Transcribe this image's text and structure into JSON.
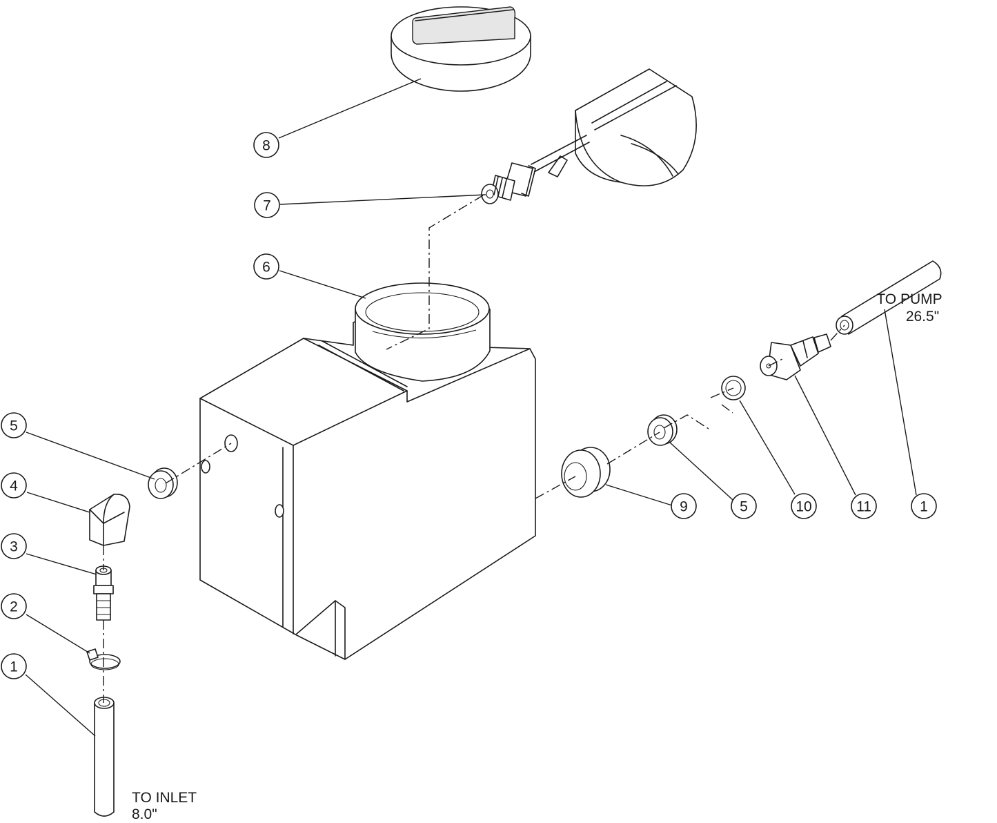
{
  "callouts": {
    "b1_left": "1",
    "b2": "2",
    "b3": "3",
    "b4": "4",
    "b5_left": "5",
    "b6": "6",
    "b7": "7",
    "b8": "8",
    "b9": "9",
    "b5_right": "5",
    "b10": "10",
    "b11": "11",
    "b1_right": "1"
  },
  "notes": {
    "to_pump": "TO PUMP",
    "pump_length": "26.5\"",
    "to_inlet": "TO INLET",
    "inlet_length": "8.0\""
  }
}
